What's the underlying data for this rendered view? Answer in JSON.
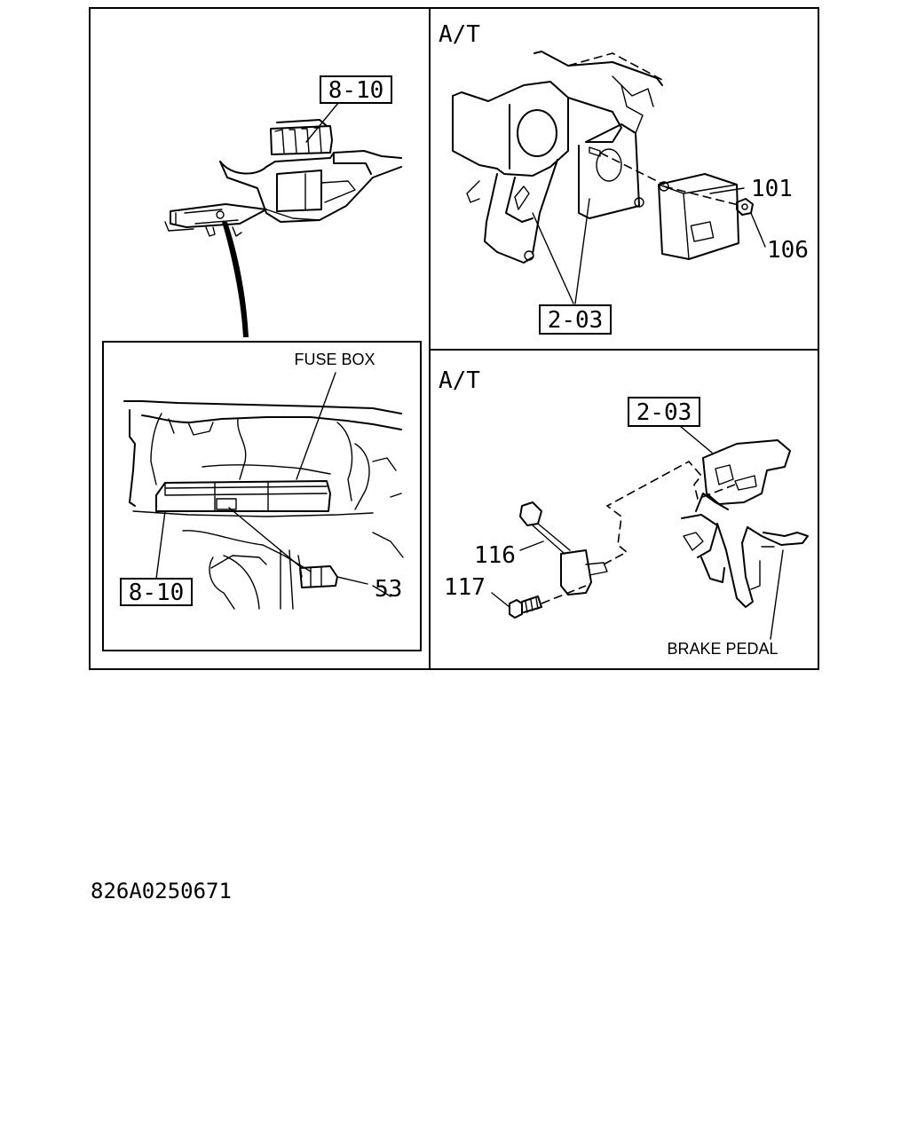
{
  "panels": {
    "top_left": {
      "ref": "8-10"
    },
    "inset": {
      "title": "FUSE BOX",
      "ref": "8-10",
      "part": "53"
    },
    "top_right": {
      "label": "A/T",
      "parts": [
        "101",
        "106"
      ],
      "ref": "2-03"
    },
    "bottom_right": {
      "label": "A/T",
      "ref": "2-03",
      "parts": [
        "116",
        "117"
      ],
      "caption": "BRAKE PEDAL"
    }
  },
  "footer": {
    "code": "826A0250671"
  }
}
